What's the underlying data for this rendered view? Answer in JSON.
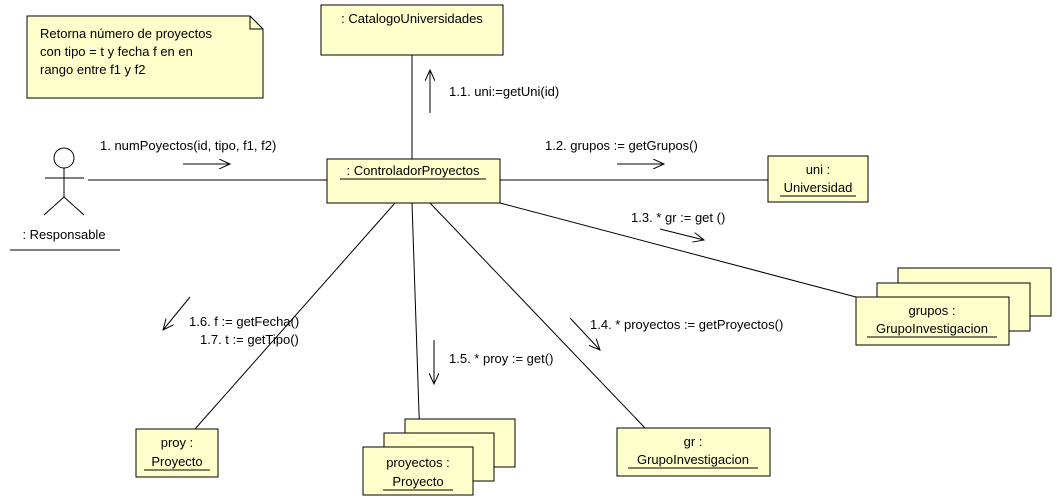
{
  "note": {
    "lines": [
      "Retorna número de proyectos",
      "con tipo = t y fecha f en en",
      "rango entre f1 y f2"
    ]
  },
  "actor": {
    "label": ": Responsable"
  },
  "objects": {
    "catalogo": {
      "label": ": CatalogoUniversidades"
    },
    "controlador": {
      "label": ": ControladorProyectos"
    },
    "uni": {
      "name": "uni :",
      "type": "Universidad"
    },
    "grupos": {
      "name": "grupos :",
      "type": "GrupoInvestigacion"
    },
    "gr": {
      "name": "gr :",
      "type": "GrupoInvestigacion"
    },
    "proyectos": {
      "name": "proyectos :",
      "type": "Proyecto"
    },
    "proy": {
      "name": "proy :",
      "type": "Proyecto"
    }
  },
  "messages": {
    "m1": "1. numPoyectos(id, tipo, f1, f2)",
    "m1_1": "1.1. uni:=getUni(id)",
    "m1_2": "1.2. grupos := getGrupos()",
    "m1_3": "1.3. * gr := get ()",
    "m1_4": "1.4. * proyectos := getProyectos()",
    "m1_5": "1.5. * proy := get()",
    "m1_6": "1.6.  f := getFecha()",
    "m1_7": "1.7. t := getTipo()"
  }
}
